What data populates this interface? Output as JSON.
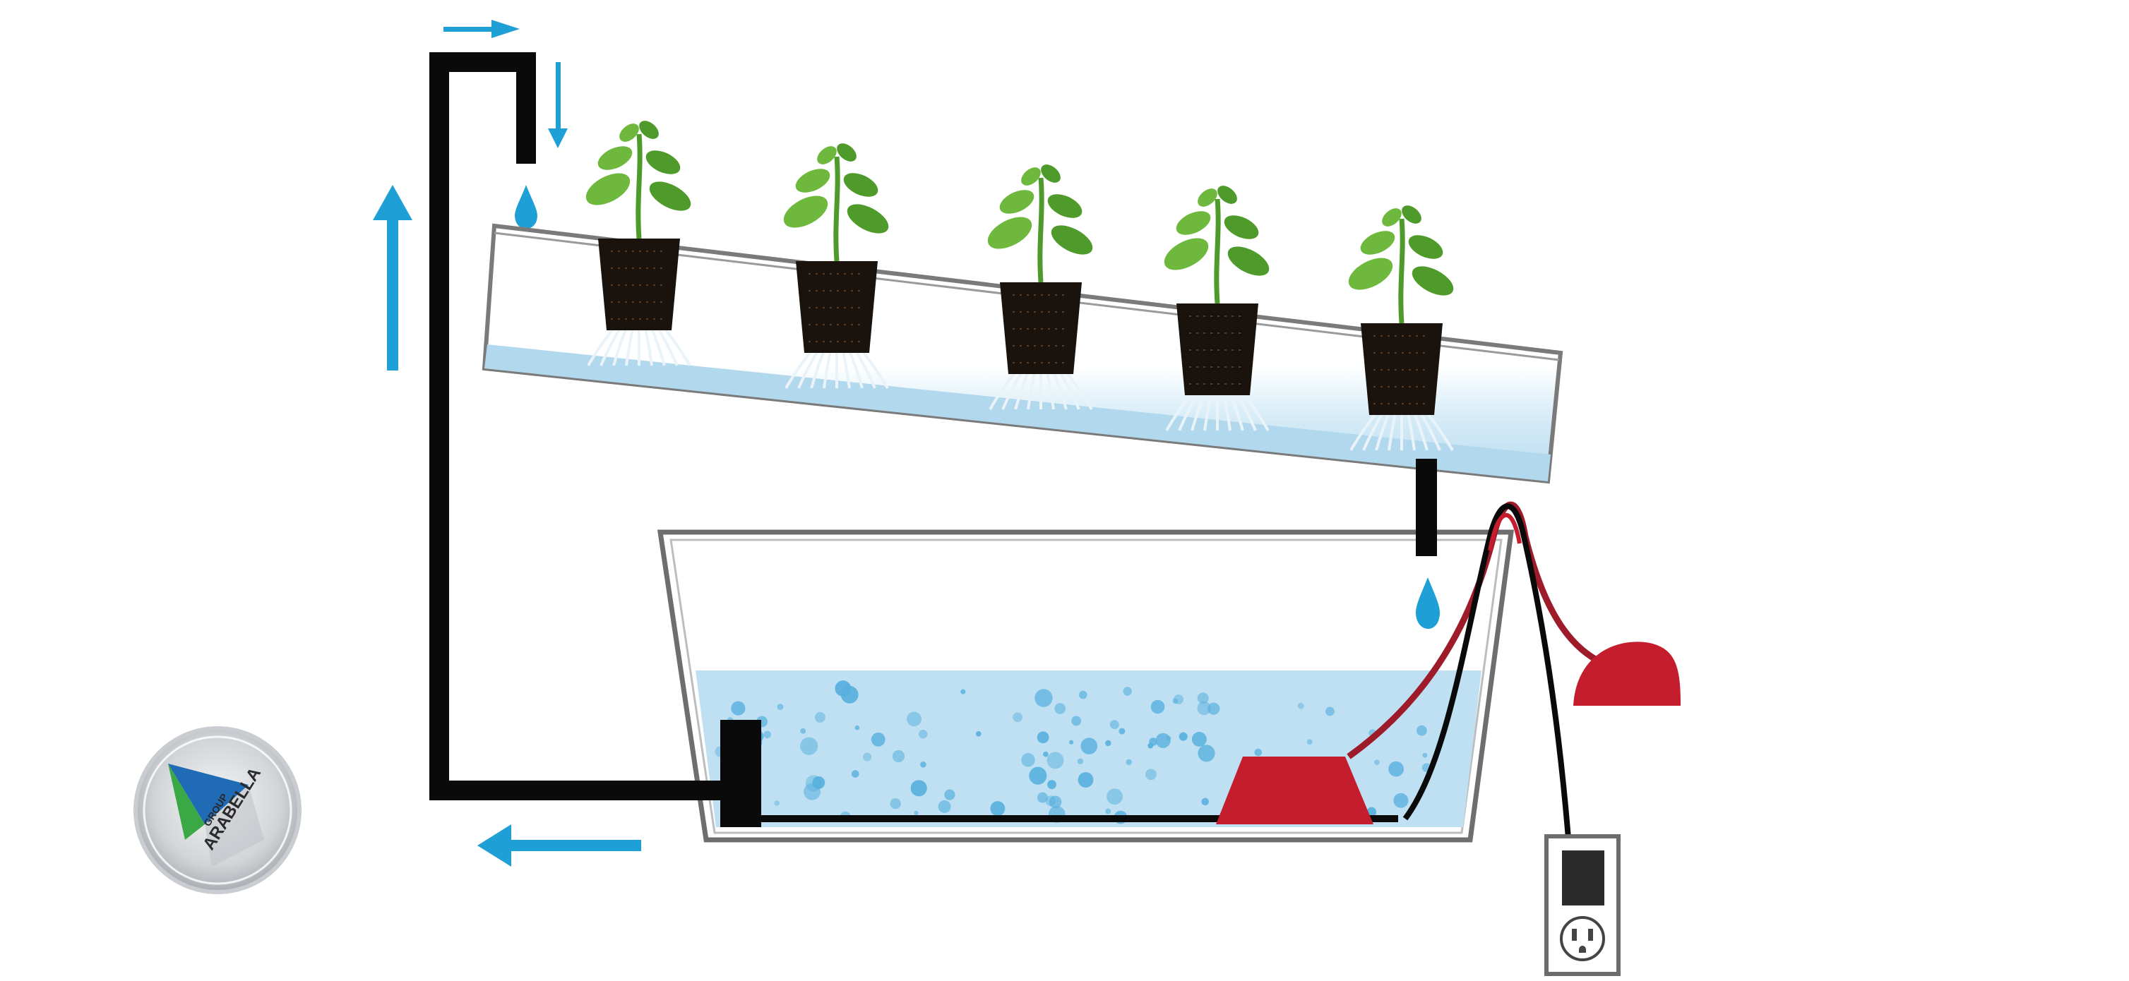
{
  "colors": {
    "background": "#ffffff",
    "pipe": "#0a0a0a",
    "flow_arrow": "#1ea0d6",
    "water": "#bfe0f2",
    "water_deep": "#a9d3ec",
    "bubble": "#58b0de",
    "leaf": "#6fb83e",
    "leaf_dark": "#4e9a2a",
    "root": "#e9f3f8",
    "pot": "#1a120c",
    "pump": "#c41e2e",
    "air_line": "#9e1b2a",
    "outlet": "#6c6c6c",
    "logo_ring": "#c9ccd0"
  },
  "diagram": {
    "plant_count": 5,
    "flow_arrows": [
      "up",
      "right",
      "down",
      "left"
    ],
    "components": [
      "return-pipe",
      "grow-channel",
      "reservoir",
      "submersible-pump",
      "air-stone",
      "power-outlet"
    ]
  },
  "logo": {
    "text_top": "GROUP",
    "text_main": "ARABELLA"
  }
}
